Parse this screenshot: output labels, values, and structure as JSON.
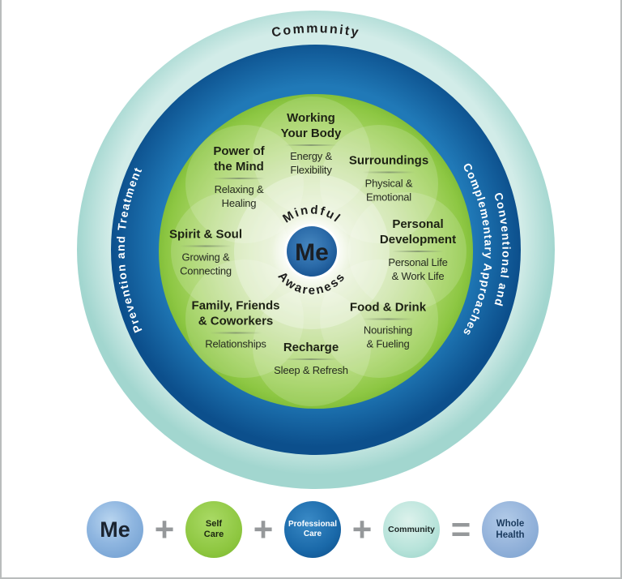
{
  "wheel": {
    "community_label": "Community",
    "prevention_label": "Prevention and Treatment",
    "conventional_label_line1": "Conventional and",
    "conventional_label_line2": "Complementary Approaches",
    "mindful_label": "Mindful",
    "awareness_label": "Awareness",
    "me_label": "Me",
    "sections": [
      {
        "name": "working-your-body",
        "heading_lines": [
          "Working",
          "Your Body"
        ],
        "sub_lines": [
          "Energy &",
          "Flexibility"
        ]
      },
      {
        "name": "surroundings",
        "heading_lines": [
          "Surroundings"
        ],
        "sub_lines": [
          "Physical &",
          "Emotional"
        ]
      },
      {
        "name": "personal-development",
        "heading_lines": [
          "Personal",
          "Development"
        ],
        "sub_lines": [
          "Personal Life",
          "& Work Life"
        ]
      },
      {
        "name": "food-and-drink",
        "heading_lines": [
          "Food & Drink"
        ],
        "sub_lines": [
          "Nourishing",
          "& Fueling"
        ]
      },
      {
        "name": "recharge",
        "heading_lines": [
          "Recharge"
        ],
        "sub_lines": [
          "Sleep & Refresh"
        ]
      },
      {
        "name": "family-friends-coworkers",
        "heading_lines": [
          "Family, Friends",
          "& Coworkers"
        ],
        "sub_lines": [
          "Relationships"
        ]
      },
      {
        "name": "spirit-and-soul",
        "heading_lines": [
          "Spirit & Soul"
        ],
        "sub_lines": [
          "Growing &",
          "Connecting"
        ]
      },
      {
        "name": "power-of-the-mind",
        "heading_lines": [
          "Power of",
          "the Mind"
        ],
        "sub_lines": [
          "Relaxing &",
          "Healing"
        ]
      }
    ]
  },
  "legend": {
    "items": [
      {
        "name": "me",
        "label_lines": [
          "Me"
        ]
      },
      {
        "name": "self-care",
        "label_lines": [
          "Self",
          "Care"
        ]
      },
      {
        "name": "professional-care",
        "label_lines": [
          "Professional",
          "Care"
        ]
      },
      {
        "name": "community",
        "label_lines": [
          "Community"
        ]
      },
      {
        "name": "whole-health",
        "label_lines": [
          "Whole",
          "Health"
        ]
      }
    ],
    "operators": [
      "+",
      "+",
      "+",
      "="
    ]
  },
  "colors": {
    "community_ring_teal": "#aedcd5",
    "professional_ring_blue": "#11589a",
    "self_care_green": "#8cc63e",
    "me_blue": "#2e6fae",
    "operator_gray": "#95989a"
  }
}
